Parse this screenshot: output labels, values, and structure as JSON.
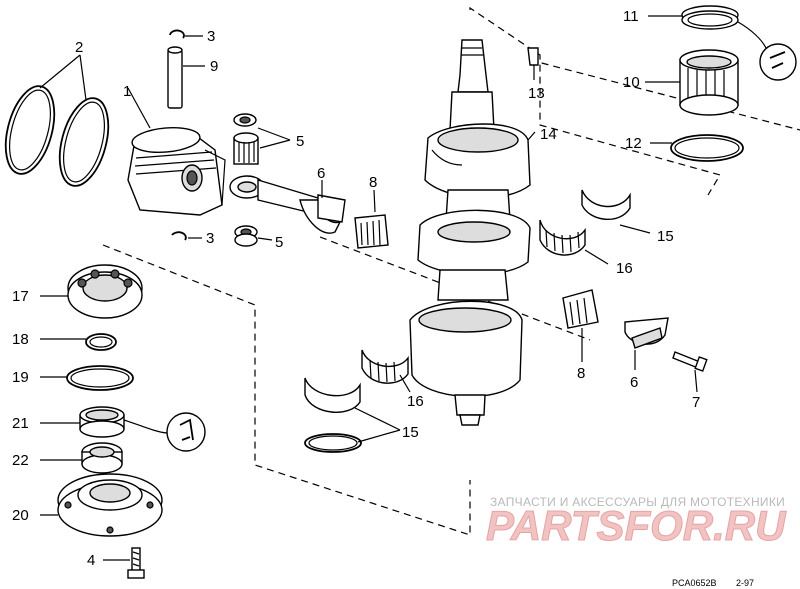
{
  "callouts": {
    "c1": "1",
    "c2": "2",
    "c3a": "3",
    "c3b": "3",
    "c4": "4",
    "c5a": "5",
    "c5b": "5",
    "c6a": "6",
    "c6b": "6",
    "c7": "7",
    "c8a": "8",
    "c8b": "8",
    "c9": "9",
    "c10": "10",
    "c11": "11",
    "c12": "12",
    "c13": "13",
    "c14": "14",
    "c15a": "15",
    "c15b": "15",
    "c16a": "16",
    "c16b": "16",
    "c17": "17",
    "c18": "18",
    "c19": "19",
    "c20": "20",
    "c21": "21",
    "c22": "22"
  },
  "watermark": {
    "top_text": "ЗАПЧАСТИ И АКСЕССУАРЫ ДЛЯ МОТОТЕХНИКИ",
    "logo_text": "PARTSFOR.RU"
  },
  "footer": {
    "drawing_code": "PCA0652B",
    "date_code": "2-97"
  }
}
